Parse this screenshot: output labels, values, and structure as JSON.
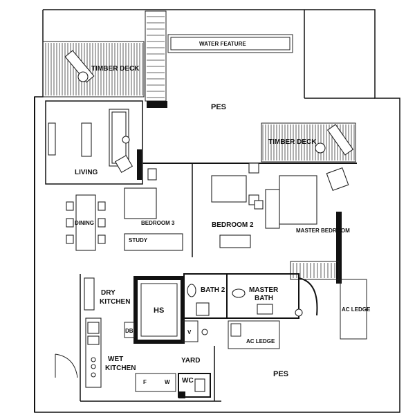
{
  "rooms": {
    "water_feature": "WATER FEATURE",
    "timber_deck_left": "TIMBER DECK",
    "timber_deck_right": "TIMBER DECK",
    "pes_top": "PES",
    "living": "LIVING",
    "dining": "DINING",
    "bedroom_3": "BEDROOM 3",
    "study": "STUDY",
    "bedroom_2": "BEDROOM 2",
    "master_bedroom": "MASTER BEDROOM",
    "dry_kitchen": "DRY\nKITCHEN",
    "hs": "HS",
    "bath_2": "BATH 2",
    "master_bath": "MASTER\nBATH",
    "ac_ledge_right": "AC LEDGE",
    "ac_ledge_mid": "AC LEDGE",
    "db": "DB",
    "wet_kitchen": "WET\nKITCHEN",
    "yard": "YARD",
    "wc": "WC",
    "f": "F",
    "w": "W",
    "v": "V",
    "pes_bottom": "PES"
  },
  "colors": {
    "line": "#111111",
    "background": "#ffffff"
  }
}
